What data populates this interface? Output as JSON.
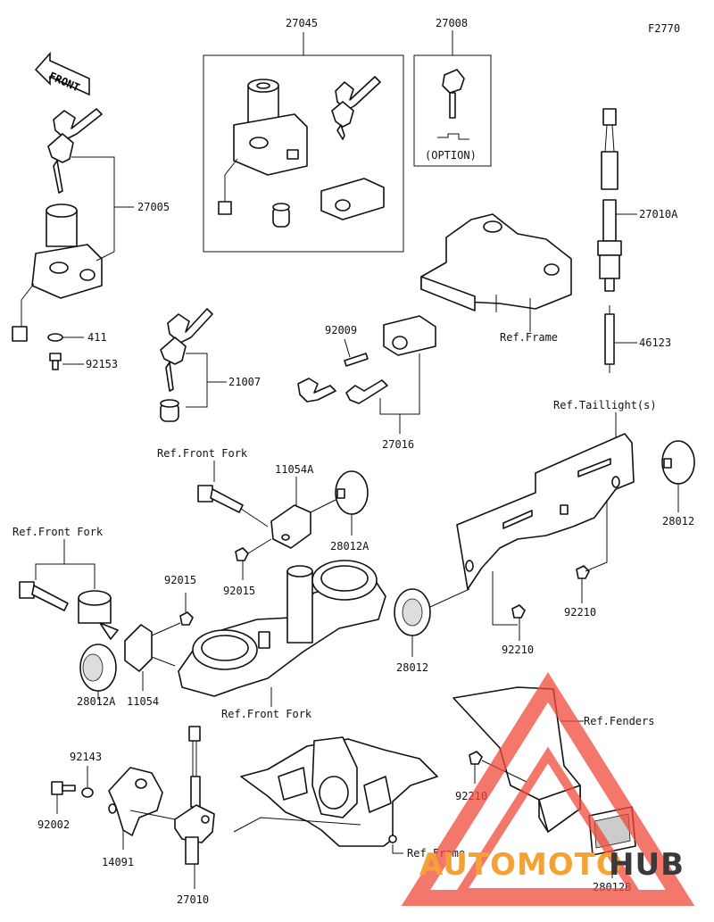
{
  "figure_code": "F2770",
  "front_arrow": "FRONT",
  "option_label": "(OPTION)",
  "watermark": {
    "brand_a": "AUTOMOTO",
    "brand_b": "HUB",
    "color_a": "#f4a234",
    "color_b": "#3a3a3a",
    "triangle_color": "#f04a3a"
  },
  "labels": {
    "p27045": "27045",
    "p27008": "27008",
    "p27005": "27005",
    "p411": "411",
    "p92153": "92153",
    "p21007": "21007",
    "p92009": "92009",
    "p27016": "27016",
    "p27010A": "27010A",
    "p46123": "46123",
    "ref_frame_1": "Ref.Frame",
    "ref_taillights": "Ref.Taillight(s)",
    "ref_front_fork_1": "Ref.Front Fork",
    "p11054A": "11054A",
    "p28012A_1": "28012A",
    "p92015_1": "92015",
    "ref_front_fork_2": "Ref.Front Fork",
    "p92015_2": "92015",
    "p11054": "11054",
    "p28012A_2": "28012A",
    "ref_front_fork_3": "Ref.Front Fork",
    "p28012_1": "28012",
    "p92210_1": "92210",
    "p28012_2": "28012",
    "p92210_2": "92210",
    "ref_fenders": "Ref.Fenders",
    "p92210_3": "92210",
    "p92143": "92143",
    "p92002": "92002",
    "p14091": "14091",
    "p27010": "27010",
    "ref_frame_2": "Ref.Frame",
    "p28012B": "28012B"
  }
}
